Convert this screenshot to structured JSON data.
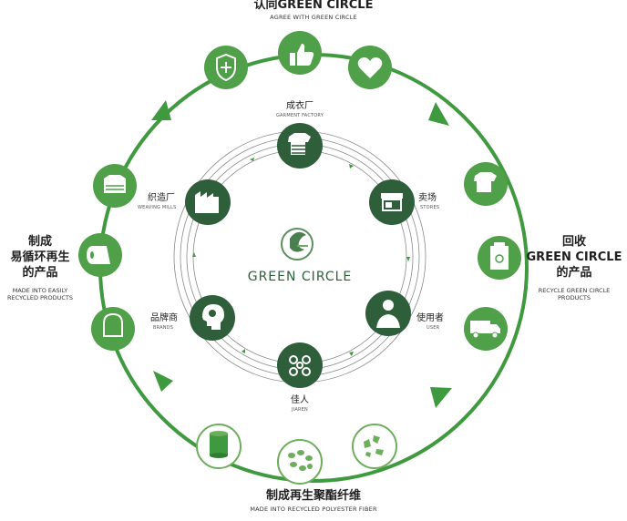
{
  "title": {
    "cn": "认同GREEN CIRCLE",
    "en": "AGREE WITH GREEN CIRCLE"
  },
  "center": {
    "brand": "GREEN CIRCLE"
  },
  "inner_nodes": [
    {
      "id": "garment",
      "cn": "成衣厂",
      "en": "GARMENT FACTORY",
      "icon": "tshirt-icon"
    },
    {
      "id": "stores",
      "cn": "卖场",
      "en": "STORES",
      "icon": "store-icon"
    },
    {
      "id": "user",
      "cn": "使用者",
      "en": "USER",
      "icon": "user-icon"
    },
    {
      "id": "jiaren",
      "cn": "佳人",
      "en": "JIAREN",
      "icon": "jiaren-logo-icon"
    },
    {
      "id": "brands",
      "cn": "品牌商",
      "en": "BRANDS",
      "icon": "head-thinking-icon"
    },
    {
      "id": "weaving",
      "cn": "织造厂",
      "en": "WEAVING MILLS",
      "icon": "factory-icon"
    }
  ],
  "recycle": {
    "cn1": "回收",
    "cn2": "GREEN CIRCLE",
    "cn3": "的产品",
    "en1": "RECYCLE GREEN CIRCLE",
    "en2": "PRODUCTS"
  },
  "made_easy": {
    "cn1": "制成",
    "cn2": "易循环再生",
    "cn3": "的产品",
    "en1": "MADE INTO EASILY",
    "en2": "RECYCLED PRODUCTS"
  },
  "bottom": {
    "cn": "制成再生聚酯纤维",
    "en": "MADE INTO RECYCLED POLYESTER FIBER"
  },
  "outer_icons": [
    "shield-plus-icon",
    "thumbs-up-icon",
    "heart-icon",
    "shirt-recycle-icon",
    "recycle-bag-icon",
    "delivery-truck-icon",
    "crushed-flakes-icon",
    "pellets-icon",
    "yarn-spool-icon",
    "backpack-icon",
    "fabric-roll-icon",
    "folded-shirt-icon"
  ],
  "colors": {
    "green": "#3f9a3f",
    "dark_green": "#2f5f3a",
    "icon_shadow": "#2e7d32",
    "outline_green": "#6dae5c"
  }
}
